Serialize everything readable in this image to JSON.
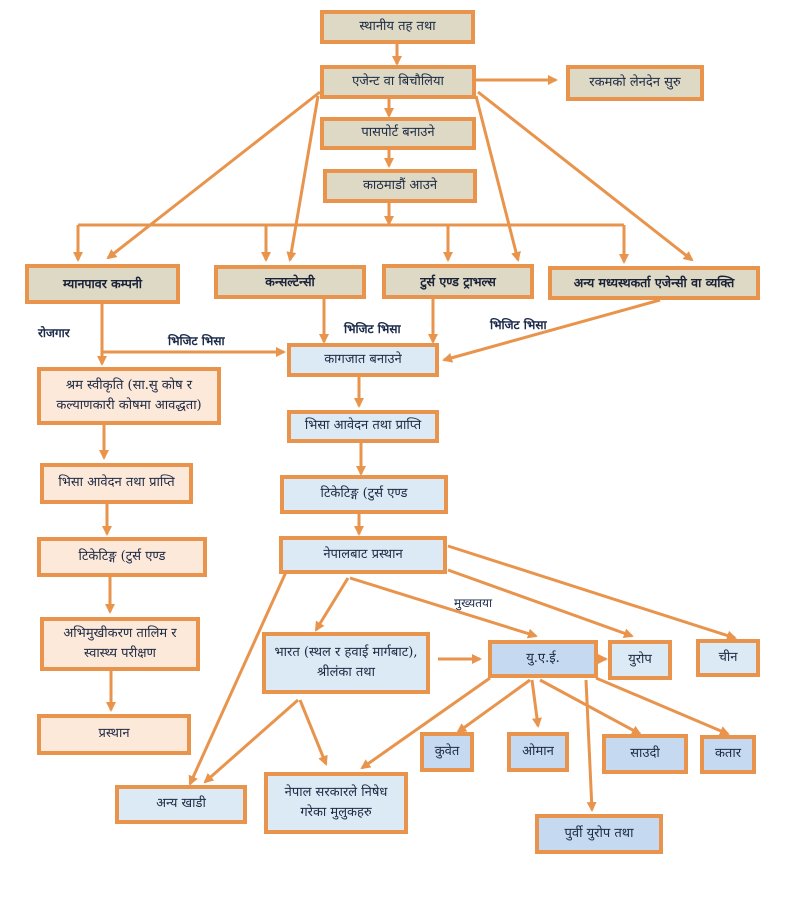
{
  "colors": {
    "arrow": "#e8944c",
    "border": "#e8944c",
    "tan_fill": "#ddd9c4",
    "peach_fill": "#fde9d9",
    "lightblue_fill": "#dbeaf4",
    "midblue_fill": "#c5d9f1",
    "text": "#1d2a44"
  },
  "nodes": {
    "local_level": "स्थानीय तह तथा",
    "agent": "एजेन्ट वा बिचौलिया",
    "money_transaction": "रकमको लेनदेन सुरु",
    "passport": "पासपोर्ट बनाउने",
    "kathmandu": "काठमाडौं आउने",
    "manpower": "म्यानपावर कम्पनी",
    "consultancy": "कन्सल्टेन्सी",
    "tours": "टुर्स एण्ड ट्राभल्स",
    "other_agency": "अन्य मध्यस्थकर्ता एजेन्सी वा व्यक्ति",
    "labour_approval": "श्रम स्वीकृति (सा.सु कोष र कल्याणकारी कोषमा आवद्धता)",
    "visa_left": "भिसा आवेदन तथा प्राप्ति",
    "ticketing_left": "टिकेटिङ्ग (टुर्स एण्ड",
    "orientation": "अभिमुखीकरण तालिम र स्वास्थ्य परीक्षण",
    "departure_left": "प्रस्थान",
    "documents": "कागजात बनाउने",
    "visa_center": "भिसा आवेदन तथा प्राप्ति",
    "ticketing_center": "टिकेटिङ्ग (टुर्स एण्ड",
    "nepal_departure": "नेपालबाट प्रस्थान",
    "india": "भारत (स्थल र हवाई मार्गबाट), श्रीलंका तथा",
    "uae": "यु.ए.ई.",
    "europe": "युरोप",
    "china": "चीन",
    "kuwait": "कुवेत",
    "oman": "ओमान",
    "saudi": "साउदी",
    "qatar": "कतार",
    "other_gulf": "अन्य खाडी",
    "banned_countries": "नेपाल सरकारले निषेध गरेका मुलुकहरु",
    "eastern_europe": "पुर्वी युरोप तथा"
  },
  "edge_labels": {
    "employment": "रोजगार",
    "visit_visa_1": "भिजिट भिसा",
    "visit_visa_2": "भिजिट भिसा",
    "visit_visa_3": "भिजिट भिसा",
    "mainly": "मुख्यतया"
  }
}
